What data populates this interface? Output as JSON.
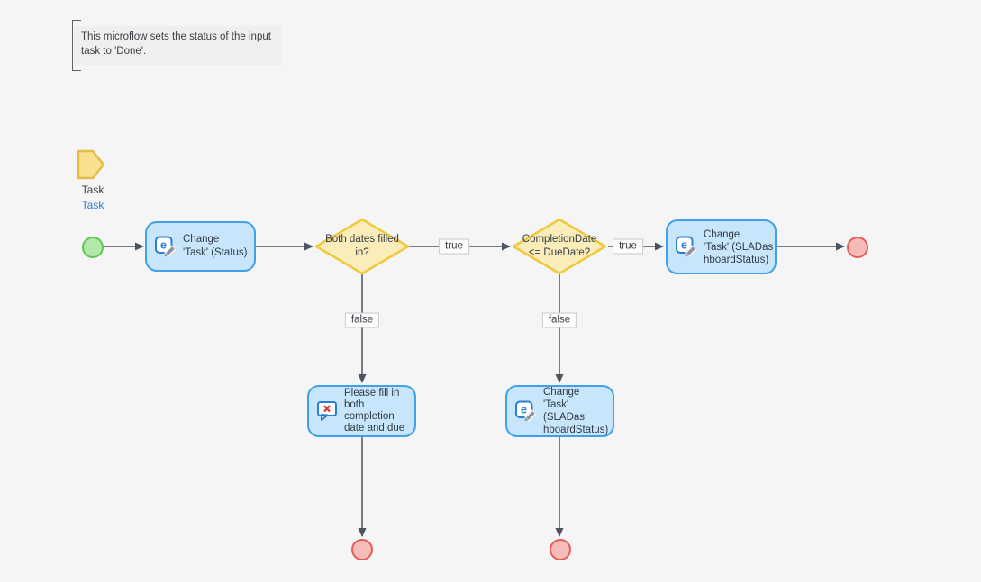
{
  "annotation": {
    "text": "This microflow sets the status of the input task to 'Done'."
  },
  "parameter": {
    "name": "Task",
    "type": "Task"
  },
  "nodes": {
    "change_task_status": {
      "label": "Change\n'Task' (Status)"
    },
    "decision_both_dates": {
      "label": "Both dates filled\nin?"
    },
    "decision_completion_due": {
      "label": "CompletionDate\n<= DueDate?"
    },
    "change_task_sla_top": {
      "label": "Change\n'Task' (SLADas\nhboardStatus)"
    },
    "message_fill_dates": {
      "label": "Please fill in\nboth\ncompletion\ndate and due"
    },
    "change_task_sla_bottom": {
      "label": "Change\n'Task' (SLADas\nhboardStatus)"
    }
  },
  "edge_labels": {
    "true_1": "true",
    "true_2": "true",
    "false_1": "false",
    "false_2": "false"
  },
  "icons": {
    "change_object": "change-object-icon",
    "show_message": "show-message-icon",
    "parameter": "parameter-pentagon-icon",
    "start": "start-event-icon",
    "end": "end-event-icon"
  },
  "colors": {
    "canvas_bg": "#f5f5f6",
    "activity_fill": "#c8e6fb",
    "activity_border": "#42a0e8",
    "decision_fill": "#fbedb9",
    "decision_border": "#efc83c",
    "parameter_fill": "#f9df8f",
    "parameter_border": "#e5bc44",
    "start_fill": "#b4e7ab",
    "start_border": "#61c556",
    "end_fill": "#f6bcba",
    "end_border": "#e45b58",
    "connector": "#4a5462",
    "icon_blue": "#2a7fd4",
    "icon_red_x": "#d8382e",
    "annotation_bg": "#efefef"
  }
}
